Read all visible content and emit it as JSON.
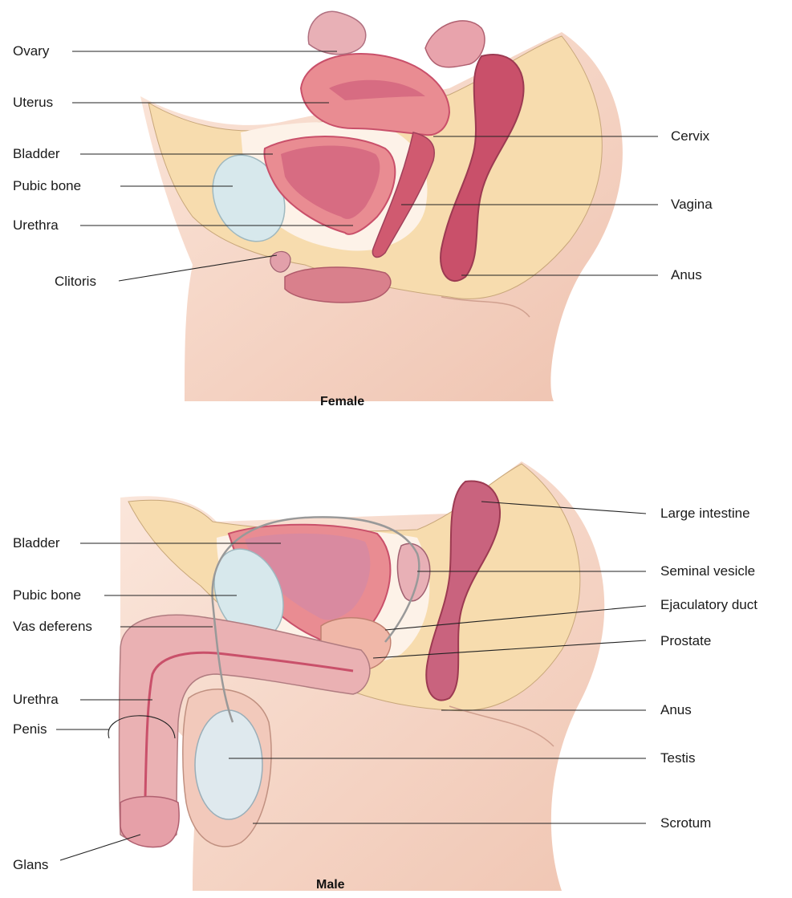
{
  "female": {
    "caption": "Female",
    "labels": {
      "ovary": "Ovary",
      "uterus": "Uterus",
      "bladder": "Bladder",
      "pubic_bone": "Pubic bone",
      "urethra": "Urethra",
      "clitoris": "Clitoris",
      "cervix": "Cervix",
      "vagina": "Vagina",
      "anus": "Anus"
    }
  },
  "male": {
    "caption": "Male",
    "labels": {
      "bladder": "Bladder",
      "pubic_bone": "Pubic bone",
      "vas_deferens": "Vas deferens",
      "urethra": "Urethra",
      "penis": "Penis",
      "glans": "Glans",
      "large_intestine": "Large intestine",
      "seminal_vesicle": "Seminal vesicle",
      "ejaculatory_duct": "Ejaculatory duct",
      "prostate": "Prostate",
      "anus": "Anus",
      "testis": "Testis",
      "scrotum": "Scrotum"
    }
  },
  "colors": {
    "skin": "#f6d6c6",
    "skin_shadow": "#e9b7a3",
    "fat": "#f7dcae",
    "organ": "#e98c92",
    "organ_dark": "#c9506a",
    "bone": "#d7e8ec",
    "outline": "#8a8a8a"
  }
}
